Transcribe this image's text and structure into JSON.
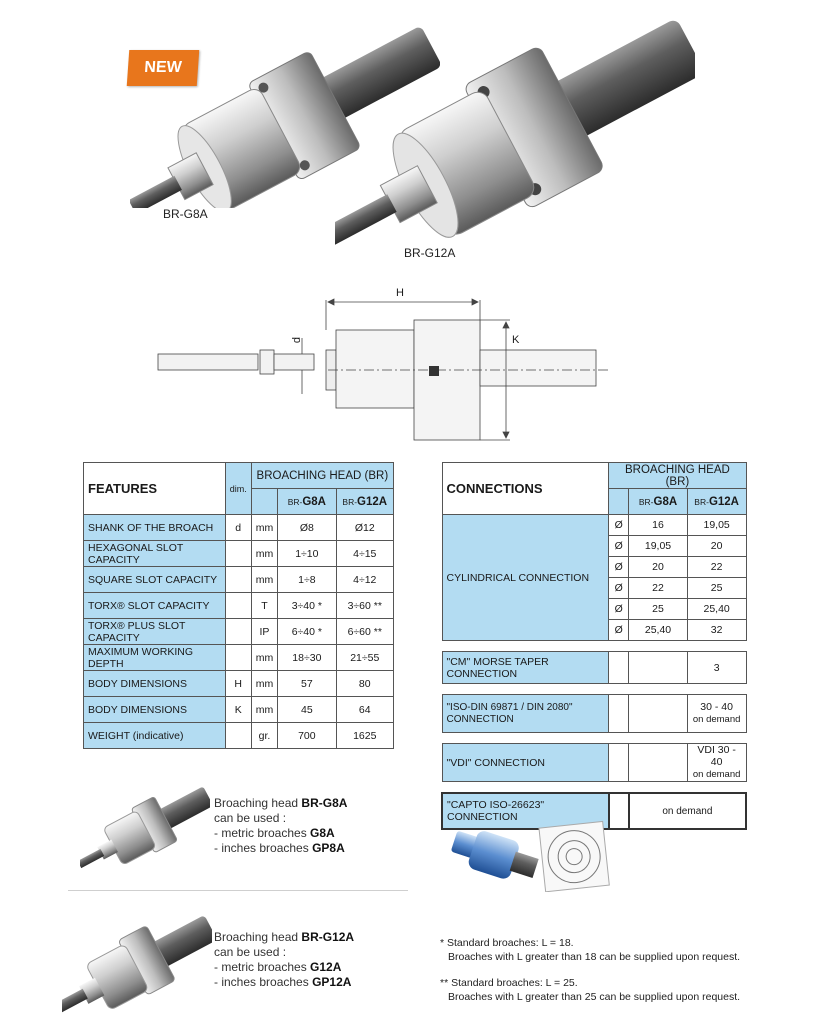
{
  "badge": "NEW",
  "products": {
    "g8a_caption": "BR-G8A",
    "g12a_caption": "BR-G12A"
  },
  "drawing": {
    "label_h": "H",
    "label_k": "K",
    "label_d": "d"
  },
  "features": {
    "title": "FEATURES",
    "dim_header": "dim.",
    "group_header": "BROACHING HEAD (BR)",
    "models": [
      {
        "pre": "BR-",
        "bold": "G8A"
      },
      {
        "pre": "BR-",
        "bold": "G12A"
      }
    ],
    "rows": [
      {
        "label": "SHANK OF THE BROACH",
        "dim": "d",
        "unit": "mm",
        "g8a": "Ø8",
        "g12a": "Ø12"
      },
      {
        "label": "HEXAGONAL SLOT CAPACITY",
        "dim": "",
        "unit": "mm",
        "g8a": "1÷10",
        "g12a": "4÷15"
      },
      {
        "label": "SQUARE SLOT CAPACITY",
        "dim": "",
        "unit": "mm",
        "g8a": "1÷8",
        "g12a": "4÷12"
      },
      {
        "label": "TORX® SLOT CAPACITY",
        "dim": "",
        "unit": "T",
        "g8a": "3÷40 *",
        "g12a": "3÷60 **"
      },
      {
        "label": "TORX® PLUS SLOT CAPACITY",
        "dim": "",
        "unit": "IP",
        "g8a": "6÷40 *",
        "g12a": "6÷60 **"
      },
      {
        "label": "MAXIMUM WORKING DEPTH",
        "dim": "",
        "unit": "mm",
        "g8a": "18÷30",
        "g12a": "21÷55"
      },
      {
        "label": "BODY DIMENSIONS",
        "dim": "H",
        "unit": "mm",
        "g8a": "57",
        "g12a": "80"
      },
      {
        "label": "BODY DIMENSIONS",
        "dim": "K",
        "unit": "mm",
        "g8a": "45",
        "g12a": "64"
      },
      {
        "label": "WEIGHT (indicative)",
        "dim": "",
        "unit": "gr.",
        "g8a": "700",
        "g12a": "1625"
      }
    ]
  },
  "connections": {
    "title": "CONNECTIONS",
    "group_header": "BROACHING HEAD (BR)",
    "cyl_label": "CYLINDRICAL CONNECTION",
    "cyl_rows": [
      {
        "sym": "Ø",
        "g8a": "16",
        "g12a": "19,05"
      },
      {
        "sym": "Ø",
        "g8a": "19,05",
        "g12a": "20"
      },
      {
        "sym": "Ø",
        "g8a": "20",
        "g12a": "22"
      },
      {
        "sym": "Ø",
        "g8a": "22",
        "g12a": "25"
      },
      {
        "sym": "Ø",
        "g8a": "25",
        "g12a": "25,40"
      },
      {
        "sym": "Ø",
        "g8a": "25,40",
        "g12a": "32"
      }
    ],
    "cm": {
      "label": "\"CM\" MORSE TAPER CONNECTION",
      "g8a": "",
      "g12a": "3"
    },
    "iso": {
      "label1": "\"ISO-DIN 69871 / DIN 2080\"",
      "label2": "CONNECTION",
      "g12a_1": "30 - 40",
      "g12a_2": "on demand"
    },
    "vdi": {
      "label": "\"VDI\" CONNECTION",
      "g12a_1": "VDI 30 - 40",
      "g12a_2": "on demand"
    },
    "capto": {
      "label": "\"CAPTO ISO-26623\" CONNECTION",
      "value": "on demand"
    }
  },
  "usage_g8a": {
    "line1_pre": "Broaching head ",
    "line1_bold": "BR-G8A",
    "line2": "can be used :",
    "line3_pre": "- metric broaches ",
    "line3_bold": "G8A",
    "line4_pre": "- inches broaches ",
    "line4_bold": "GP8A"
  },
  "usage_g12a": {
    "line1_pre": "Broaching head ",
    "line1_bold": "BR-G12A",
    "line2": "can be used :",
    "line3_pre": "- metric broaches ",
    "line3_bold": "G12A",
    "line4_pre": "- inches broaches ",
    "line4_bold": "GP12A"
  },
  "notes": {
    "n1a": "* Standard broaches: L = 18.",
    "n1b": "Broaches with L greater than 18 can be supplied upon request.",
    "n2a": "** Standard broaches: L = 25.",
    "n2b": "Broaches with L greater than 25 can be supplied upon request."
  }
}
